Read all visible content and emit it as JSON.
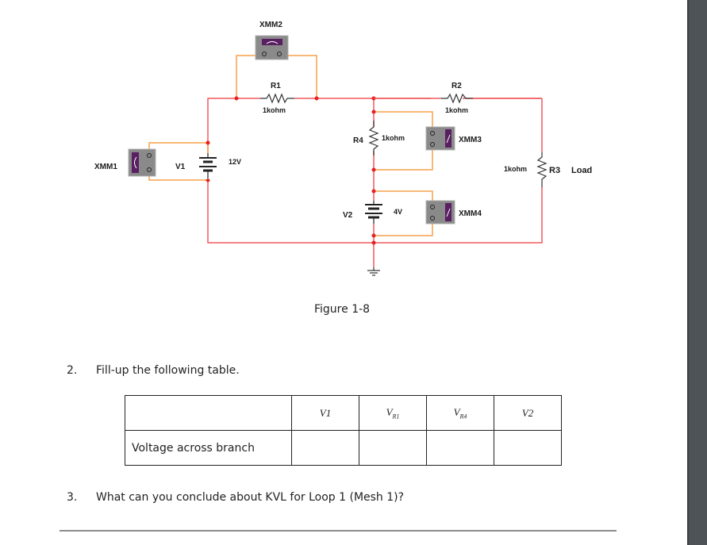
{
  "figure": {
    "caption": "Figure 1-8",
    "components": {
      "xmm1": {
        "label": "XMM1"
      },
      "xmm2": {
        "label": "XMM2"
      },
      "xmm3": {
        "label": "XMM3"
      },
      "xmm4": {
        "label": "XMM4"
      },
      "v1": {
        "label": "V1",
        "value": "12V"
      },
      "v2": {
        "label": "V2",
        "value": "4V"
      },
      "r1": {
        "label": "R1",
        "value": "1kohm"
      },
      "r2": {
        "label": "R2",
        "value": "1kohm"
      },
      "r3": {
        "label": "R3",
        "value": "1kohm",
        "note": "Load"
      },
      "r4": {
        "label": "R4",
        "value": "1kohm"
      }
    },
    "colors": {
      "wire": "#f0585c",
      "probe_wire": "#f7a14a",
      "junction": "#e8201e",
      "meter_body": "#8a8a8a",
      "meter_display": "#5a1f63"
    }
  },
  "question2": {
    "number": "2.",
    "text": "Fill-up the following table."
  },
  "table": {
    "headers": [
      {
        "main": "",
        "sub": ""
      },
      {
        "main": "V1",
        "sub": ""
      },
      {
        "main": "V",
        "sub": "R1"
      },
      {
        "main": "V",
        "sub": "R4"
      },
      {
        "main": "V2",
        "sub": ""
      }
    ],
    "rows": [
      {
        "label": "Voltage across branch",
        "values": [
          "",
          "",
          "",
          ""
        ]
      }
    ]
  },
  "question3": {
    "number": "3.",
    "text": "What can you conclude about KVL for Loop 1 (Mesh 1)?"
  }
}
